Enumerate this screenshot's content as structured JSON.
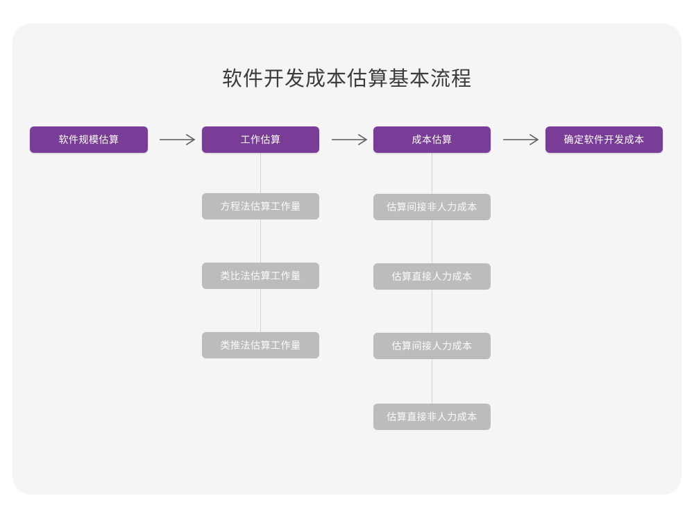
{
  "diagram": {
    "title": "软件开发成本估算基本流程",
    "colors": {
      "page_background": "#ffffff",
      "card_background": "#f5f5f5",
      "primary_node": "#7a3d97",
      "secondary_node": "#bcbcbc",
      "title_text": "#3b3b3b",
      "node_text": "#ffffff",
      "connector_line": "#d2d2d2",
      "arrow": "#5a5a5a"
    },
    "main_flow": [
      {
        "id": "scale",
        "label": "软件规模估算"
      },
      {
        "id": "effort",
        "label": "工作估算"
      },
      {
        "id": "cost",
        "label": "成本估算"
      },
      {
        "id": "final",
        "label": "确定软件开发成本"
      }
    ],
    "arrows": [
      {
        "id": "arrow-1",
        "from": "软件规模估算",
        "to": "工作估算",
        "glyph": "right-arrow-icon"
      },
      {
        "id": "arrow-2",
        "from": "工作估算",
        "to": "成本估算",
        "glyph": "right-arrow-icon"
      },
      {
        "id": "arrow-3",
        "from": "成本估算",
        "to": "确定软件开发成本",
        "glyph": "right-arrow-icon"
      }
    ],
    "sub_flows": [
      {
        "parent": "工作估算",
        "items": [
          {
            "label": "方程法估算工作量"
          },
          {
            "label": "类比法估算工作量"
          },
          {
            "label": "类推法估算工作量"
          }
        ]
      },
      {
        "parent": "成本估算",
        "items": [
          {
            "label": "估算间接非人力成本"
          },
          {
            "label": "估算直接人力成本"
          },
          {
            "label": "估算间接人力成本"
          },
          {
            "label": "估算直接非人力成本"
          }
        ]
      }
    ]
  }
}
